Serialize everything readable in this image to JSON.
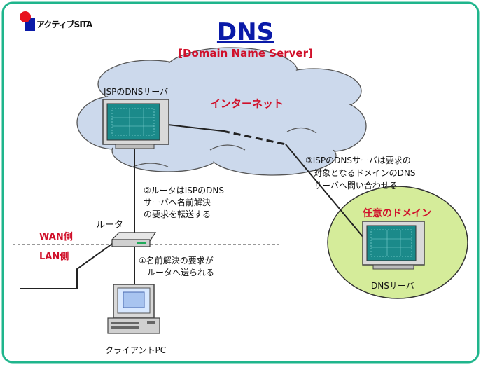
{
  "logo": {
    "text": "アクティブSITA",
    "accent": "#e8121e"
  },
  "title": {
    "main": "DNS",
    "sub": "[Domain Name Server]"
  },
  "labels": {
    "isp_server": "ISPのDNSサーバ",
    "internet": "インターネット",
    "router": "ルータ",
    "wan": "WAN側",
    "lan": "LAN側",
    "domain": "任意のドメイン",
    "dns_server": "DNSサーバ",
    "client": "クライアントPC"
  },
  "steps": {
    "step1": [
      "①名前解決の要求が",
      "ルータへ送られる"
    ],
    "step2": [
      "②ルータはISPのDNS",
      "サーバへ名前解決",
      "の要求を転送する"
    ],
    "step3": [
      "③ISPのDNSサーバは要求の",
      "対象となるドメインのDNS",
      "サーバへ問い合わせる"
    ]
  },
  "colors": {
    "frame": "#1fb58c",
    "cloud_fill": "#ccd9ec",
    "cloud_stroke": "#555555",
    "domain_fill": "#d5ec9a",
    "screen": "#1b8a8a",
    "title_blue": "#0a1aa8",
    "label_red": "#d0102a"
  }
}
